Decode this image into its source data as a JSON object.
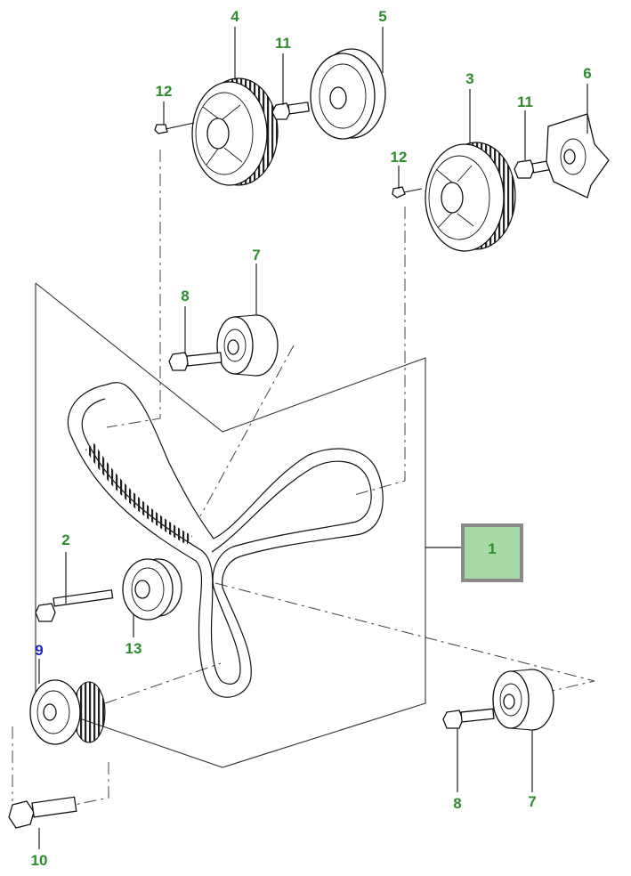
{
  "colors": {
    "label_green": "#2e8b2e",
    "label_blue": "#2222cc",
    "highlight_fill": "#a6d9a6",
    "highlight_border": "#8a8a8a",
    "line": "#111111"
  },
  "labels": {
    "p1": "1",
    "p2": "2",
    "p3": "3",
    "p4": "4",
    "p5": "5",
    "p6": "6",
    "p7a": "7",
    "p7b": "7",
    "p8a": "8",
    "p8b": "8",
    "p9": "9",
    "p10": "10",
    "p11a": "11",
    "p11b": "11",
    "p12a": "12",
    "p12b": "12",
    "p13": "13"
  }
}
